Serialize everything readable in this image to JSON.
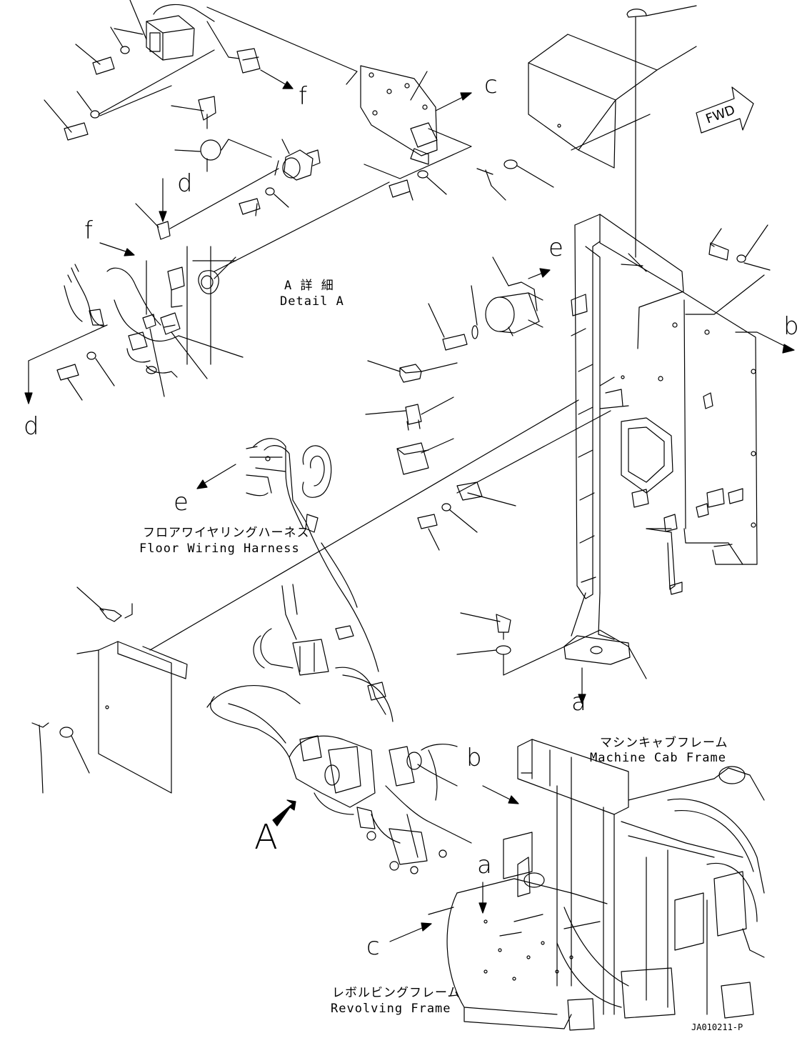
{
  "callouts": {
    "a1": "a",
    "a2": "a",
    "b1": "b",
    "b2": "b",
    "c1": "c",
    "c2": "c",
    "d1": "d",
    "d2": "d",
    "e1": "e",
    "e2": "e",
    "f1": "f",
    "f2": "f"
  },
  "detail": {
    "jp": "A 詳 細",
    "en": "Detail  A"
  },
  "harness": {
    "jp": "フロアワイヤリングハーネス",
    "en": "Floor Wiring Harness"
  },
  "cab_frame": {
    "jp": "マシンキャブフレーム",
    "en": "Machine Cab Frame"
  },
  "revolving_frame": {
    "jp": "レボルビングフレーム",
    "en": "Revolving Frame"
  },
  "view_marker": "A",
  "fwd": "FWD",
  "drawing_code": "JA010211-P",
  "colors": {
    "line": "#000000",
    "background": "#ffffff"
  }
}
